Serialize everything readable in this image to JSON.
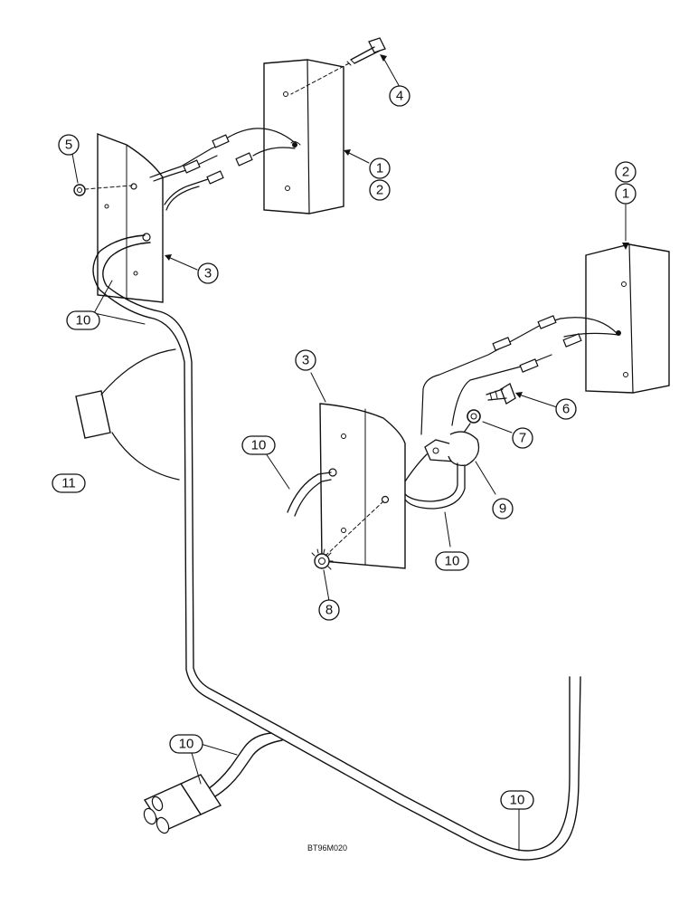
{
  "figure_code": "BT96M020",
  "callouts": {
    "c4": "4",
    "c5": "5",
    "c1a": "1",
    "c2a": "2",
    "c3a": "3",
    "c2b": "2",
    "c1b": "1",
    "c10a": "10",
    "c3b": "3",
    "c6": "6",
    "c7": "7",
    "c10b": "10",
    "c9": "9",
    "c11": "11",
    "c10c": "10",
    "c8": "8",
    "c10d": "10",
    "c10e": "10"
  },
  "colors": {
    "ink": "#111111",
    "background": "#ffffff"
  }
}
